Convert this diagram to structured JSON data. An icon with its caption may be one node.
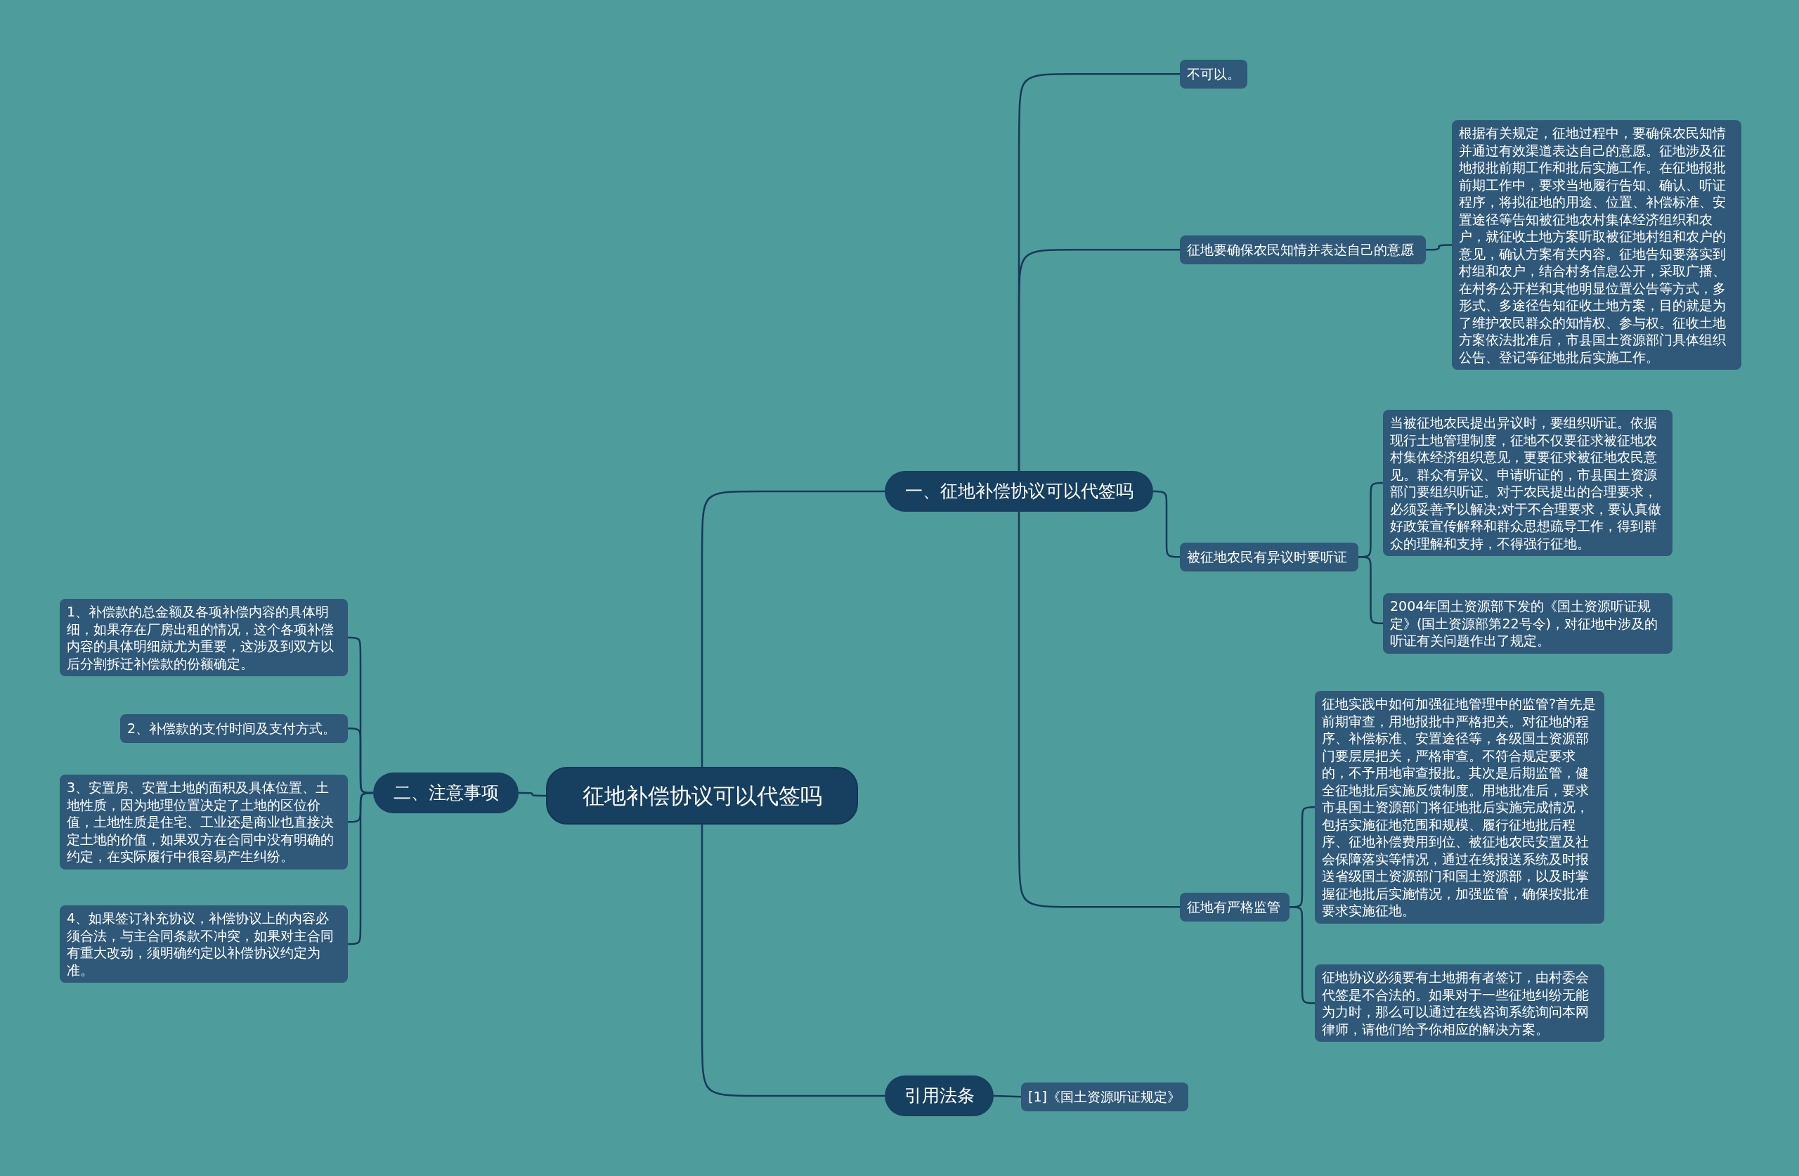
{
  "diagram": {
    "nodes": [
      {
        "text": [
          "征地补偿协议可以代签吗"
        ]
      },
      {
        "text": [
          "一、征地补偿协议可以代签吗"
        ]
      },
      {
        "text": [
          "不可以。"
        ]
      },
      {
        "text": [
          "征地要确保农民知情并表达自己的意愿"
        ]
      },
      {
        "text": [
          "根据有关规定，征地过程中，要确保农民知情并通过有效渠道表达自己的意愿。征地涉及征地报批前期工作和批后实施工作。在征地报批前期工作中，要求当地履行告知、确认、听证程序，将拟征地的用途、位置、补偿标准、安置途径等告知被征地农村集体经济组织和农户，就征收土地方案听取被征地村组和农户的意见，确认方案有关内容。征地告知要落实到村组和农户，结合村务信息公开，采取广播、在村务公开栏和其他明显位置公告等方式，多形式、多途径告知征收土地方案，目的就是为了维护农民群众的知情权、参与权。征收土地方案依法批准后，市县国土资源部门具体组织公告、登记等征地批后实施工作。"
        ]
      },
      {
        "text": [
          "被征地农民有异议时要听证"
        ]
      },
      {
        "text": [
          "当被征地农民提出异议时，要组织听证。依据现行土地管理制度，征地不仅要征求被征地农村集体经济组织意见，更要征求被征地农民意见。群众有异议、申请听证的，市县国土资源部门要组织听证。对于农民提出的合理要求，必须妥善予以解决;对于不合理要求，要认真做好政策宣传解释和群众思想疏导工作，得到群众的理解和支持，不得强行征地。"
        ]
      },
      {
        "text": [
          "2004年国土资源部下发的《国土资源听证规定》(国土资源部第22号令)，对征地中涉及的听证有关问题作出了规定。"
        ]
      },
      {
        "text": [
          "征地有严格监管"
        ]
      },
      {
        "text": [
          "征地实践中如何加强征地管理中的监管?首先是前期审查，用地报批中严格把关。对征地的程序、补偿标准、安置途径等，各级国土资源部门要层层把关，严格审查。不符合规定要求的，不予用地审查报批。其次是后期监管，健全征地批后实施反馈制度。用地批准后，要求市县国土资源部门将征地批后实施完成情况，包括实施征地范围和规模、履行征地批后程序、征地补偿费用到位、被征地农民安置及社会保障落实等情况，通过在线报送系统及时报送省级国土资源部门和国土资源部，以及时掌握征地批后实施情况，加强监管，确保按批准要求实施征地。"
        ]
      },
      {
        "text": [
          "征地协议必须要有土地拥有者签订，由村委会代签是不合法的。如果对于一些征地纠纷无能为力时，那么可以通过在线咨询系统询问本网律师，请他们给予你相应的解决方案。"
        ]
      },
      {
        "text": [
          "二、注意事项"
        ]
      },
      {
        "text": [
          "1、补偿款的总金额及各项补偿内容的具体明细，如果存在厂房出租的情况，这个各项补偿内容的具体明细就尤为重要，这涉及到双方以后分割拆迁补偿款的份额确定。"
        ]
      },
      {
        "text": [
          "2、补偿款的支付时间及支付方式。"
        ]
      },
      {
        "text": [
          "3、安置房、安置土地的面积及具体位置、土地性质，因为地理位置决定了土地的区位价值，土地性质是住宅、工业还是商业也直接决定土地的价值，如果双方在合同中没有明确的约定，在实际履行中很容易产生纠纷。"
        ]
      },
      {
        "text": [
          "4、如果签订补充协议，补偿协议上的内容必须合法，与主合同条款不冲突，如果对主合同有重大改动，须明确约定以补偿协议约定为准。"
        ]
      },
      {
        "text": [
          "引用法条"
        ]
      },
      {
        "text": [
          "[1]《国土资源听证规定》"
        ]
      }
    ],
    "edges": [
      {
        "from": 0,
        "to": 1,
        "arrow": "none"
      },
      {
        "from": 1,
        "to": 2,
        "arrow": "none"
      },
      {
        "from": 1,
        "to": 3,
        "arrow": "none"
      },
      {
        "from": 3,
        "to": 4,
        "arrow": "none"
      },
      {
        "from": 1,
        "to": 5,
        "arrow": "none"
      },
      {
        "from": 5,
        "to": 6,
        "arrow": "none"
      },
      {
        "from": 5,
        "to": 7,
        "arrow": "none"
      },
      {
        "from": 1,
        "to": 8,
        "arrow": "none"
      },
      {
        "from": 8,
        "to": 9,
        "arrow": "none"
      },
      {
        "from": 8,
        "to": 10,
        "arrow": "none"
      },
      {
        "from": 0,
        "to": 11,
        "arrow": "none"
      },
      {
        "from": 11,
        "to": 12,
        "arrow": "none"
      },
      {
        "from": 11,
        "to": 13,
        "arrow": "none"
      },
      {
        "from": 11,
        "to": 14,
        "arrow": "none"
      },
      {
        "from": 11,
        "to": 15,
        "arrow": "none"
      },
      {
        "from": 0,
        "to": 16,
        "arrow": "none"
      },
      {
        "from": 16,
        "to": 17,
        "arrow": "none"
      }
    ]
  }
}
